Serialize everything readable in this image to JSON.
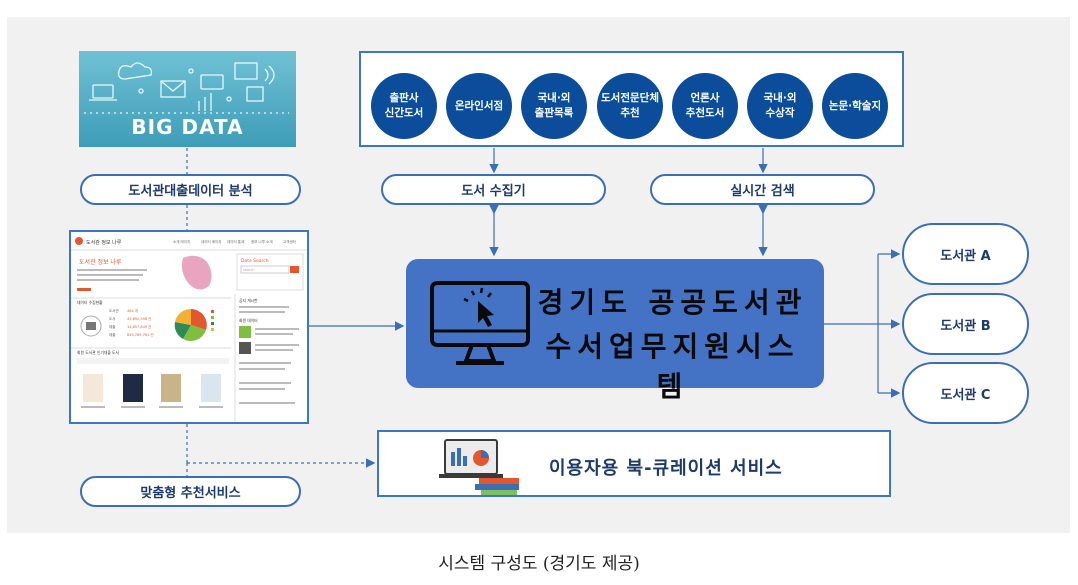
{
  "bigdata": {
    "title": "BIG DATA"
  },
  "labels": {
    "analysis": "도서관대출데이터 분석",
    "collector": "도서 수집기",
    "search": "실시간 검색",
    "recommend": "맞춤형 추천서비스"
  },
  "sources": [
    {
      "label": "출판사\n신간도서"
    },
    {
      "label": "온라인서점"
    },
    {
      "label": "국내·외\n출판목록"
    },
    {
      "label": "도서전문단체\n추천"
    },
    {
      "label": "언론사\n추천도서"
    },
    {
      "label": "국내·외\n수상작"
    },
    {
      "label": "논문·학술지"
    }
  ],
  "system": {
    "line1": "경기도 공공도서관",
    "line2": "수서업무지원시스템"
  },
  "libraries": [
    "도서관 A",
    "도서관 B",
    "도서관 C"
  ],
  "curation": {
    "title": "이용자용 북-큐레이션 서비스"
  },
  "website": {
    "site_name": "도서관 정보 나루",
    "nav": [
      "소개 메이지",
      "데이터 메이지",
      "데이터 통계",
      "정보 나루 소개",
      "고객센터"
    ],
    "headline": "도서관 정보 나루",
    "search_title": "Data Search",
    "search_placeholder": "search",
    "stats_title": "데이터 수집현황",
    "stats_labels": [
      "도서관",
      "도서",
      "대출",
      "대출"
    ],
    "stats_values": [
      "464 개",
      "45,892,598 건",
      "14,857,849 건",
      "845,789,761 건"
    ],
    "popular_title": "회원 도서관 인기대출 도서",
    "notice_title": "공지 게시판",
    "data_title": "회원 데이터",
    "colors": {
      "accent": "#e4572e",
      "link": "#2e5ca8"
    }
  },
  "caption": "시스템 구성도 (경기도 제공)"
}
